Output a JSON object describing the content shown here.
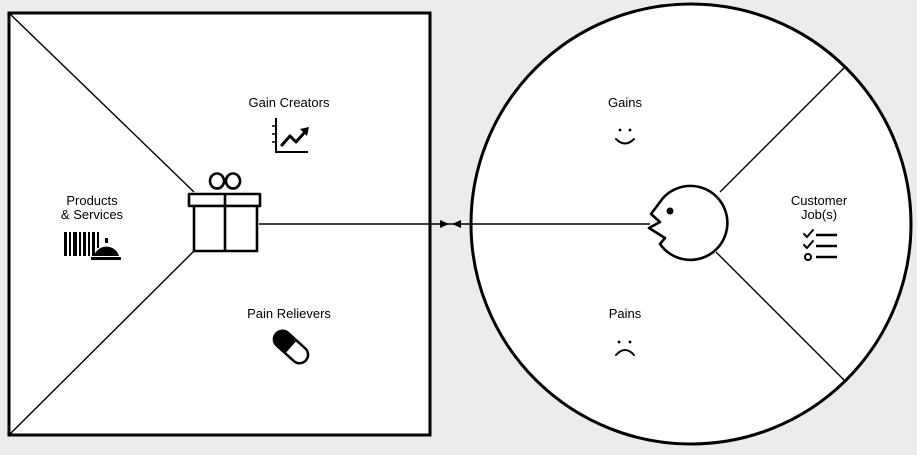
{
  "product_map": {
    "products_services": {
      "line1": "Products",
      "line2": "& Services",
      "icon": "barcode-bell-icon"
    },
    "gain_creators": {
      "label": "Gain Creators",
      "icon": "growth-chart-icon"
    },
    "pain_relievers": {
      "label": "Pain Relievers",
      "icon": "pill-icon"
    },
    "center_icon": "gift-icon"
  },
  "customer_profile": {
    "gains": {
      "label": "Gains",
      "icon": "smile-icon"
    },
    "pains": {
      "label": "Pains",
      "icon": "frown-icon"
    },
    "customer_jobs": {
      "line1": "Customer",
      "line2": "Job(s)",
      "icon": "checklist-icon"
    },
    "center_icon": "face-profile-icon"
  },
  "colors": {
    "background": "#ececec",
    "canvas": "#ffffff",
    "stroke": "#000000"
  }
}
